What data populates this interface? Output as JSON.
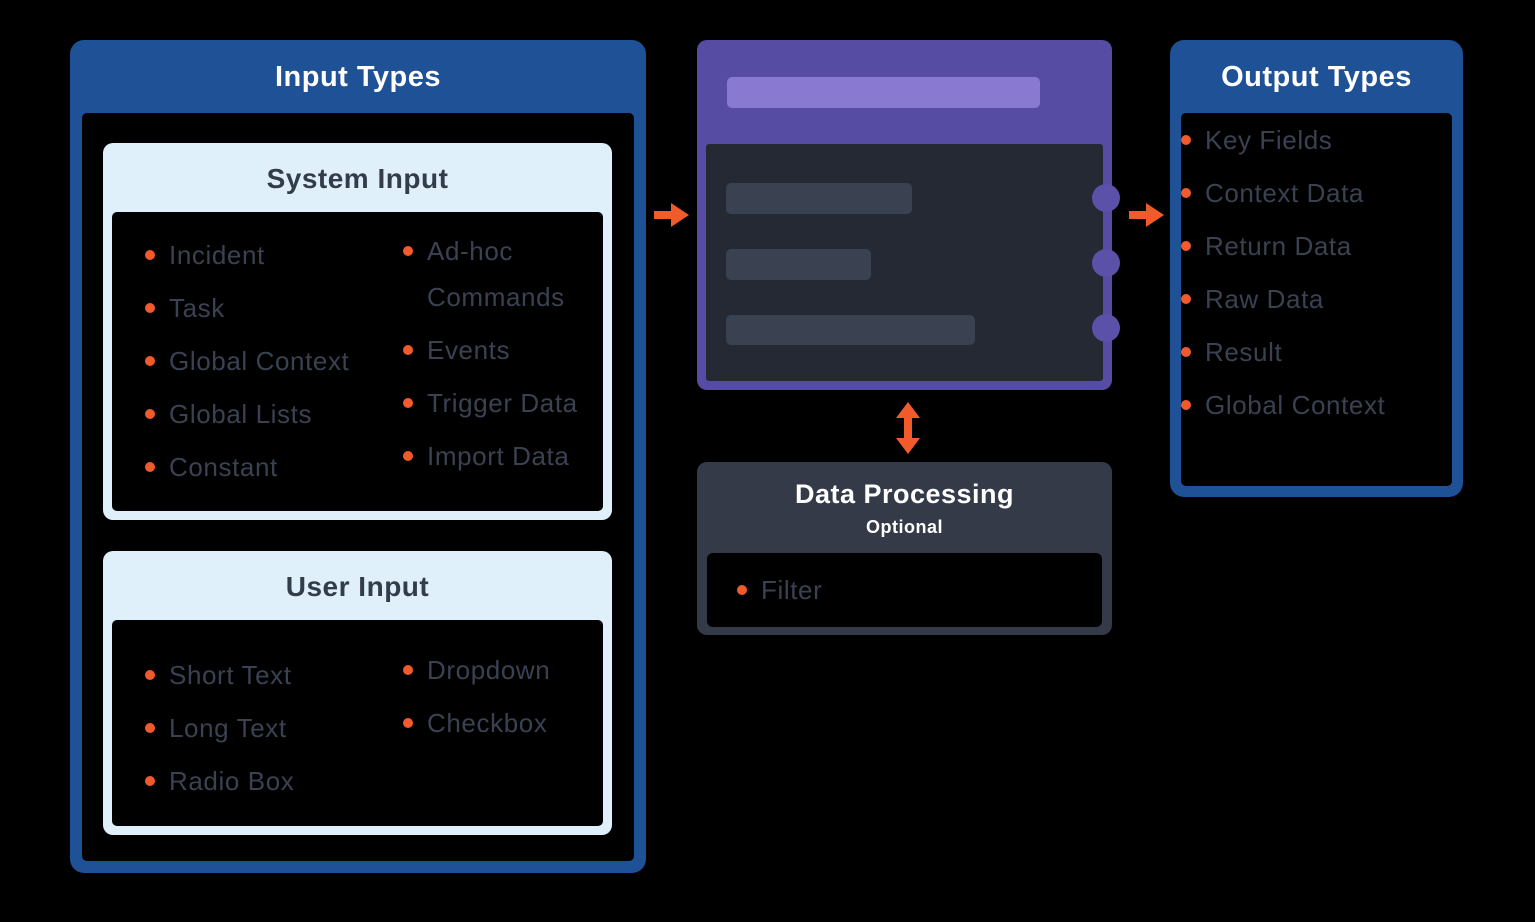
{
  "input_panel": {
    "title": "Input Types",
    "system_group": {
      "title": "System Input",
      "col1": [
        "Incident",
        "Task",
        "Global Context",
        "Global Lists",
        "Constant"
      ],
      "col2": [
        "Ad-hoc Commands",
        "Events",
        "Trigger Data",
        "Import Data"
      ]
    },
    "user_group": {
      "title": "User Input",
      "col1": [
        "Short Text",
        "Long Text",
        "Radio Box"
      ],
      "col2": [
        "Dropdown",
        "Checkbox"
      ]
    }
  },
  "processing_box": {
    "title": "Data Processing",
    "subtitle": "Optional",
    "items": [
      "Filter"
    ]
  },
  "output_panel": {
    "title": "Output Types",
    "items": [
      "Key Fields",
      "Context Data",
      "Return Data",
      "Raw Data",
      "Result",
      "Global Context"
    ]
  },
  "icons": {
    "arrow_in": "right-arrow",
    "arrow_out": "right-arrow",
    "arrow_updown": "vertical-double-arrow",
    "bullet": "orange-dot"
  },
  "colors": {
    "panel_blue": "#1E5196",
    "card_light": "#DFF0FB",
    "node_purple": "#564CA3",
    "node_bar_purple": "#8A79D0",
    "node_dark": "#242934",
    "node_placeholder": "#3A4150",
    "port_purple": "#5B51A8",
    "processing_dark": "#343A48",
    "accent_orange": "#F15A2B",
    "text_dark": "#3A4252",
    "text_header_dark": "#333C4B",
    "text_light": "#FFFFFF",
    "bg_black": "#000000"
  }
}
